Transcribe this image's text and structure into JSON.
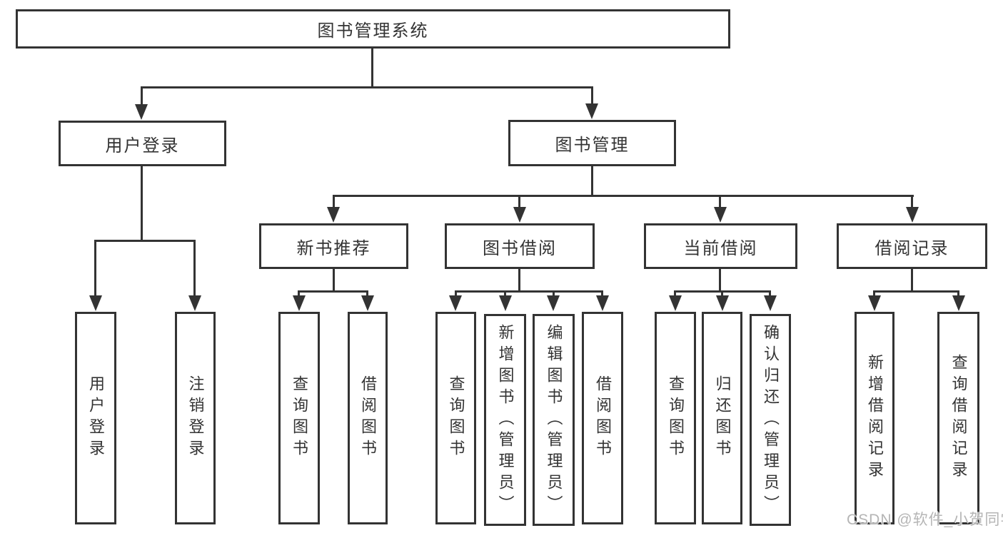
{
  "colors": {
    "line": "#333333",
    "text": "#333333",
    "watermark": "#b5b5b5",
    "background": "#ffffff"
  },
  "tree": {
    "root": {
      "label": "图书管理系统"
    },
    "children": [
      {
        "label": "用户登录",
        "children": [
          {
            "label": "用户登录"
          },
          {
            "label": "注销登录"
          }
        ]
      },
      {
        "label": "图书管理",
        "children": [
          {
            "label": "新书推荐",
            "children": [
              {
                "label": "查询图书"
              },
              {
                "label": "借阅图书"
              }
            ]
          },
          {
            "label": "图书借阅",
            "children": [
              {
                "label": "查询图书"
              },
              {
                "label": "新增图书（管理员）"
              },
              {
                "label": "编辑图书（管理员）"
              },
              {
                "label": "借阅图书"
              }
            ]
          },
          {
            "label": "当前借阅",
            "children": [
              {
                "label": "查询图书"
              },
              {
                "label": "归还图书"
              },
              {
                "label": "确认归还（管理员）"
              }
            ]
          },
          {
            "label": "借阅记录",
            "children": [
              {
                "label": "新增借阅记录"
              },
              {
                "label": "查询借阅记录"
              }
            ]
          }
        ]
      }
    ]
  },
  "watermark": {
    "text": "CSDN @软件_小贺同学"
  }
}
